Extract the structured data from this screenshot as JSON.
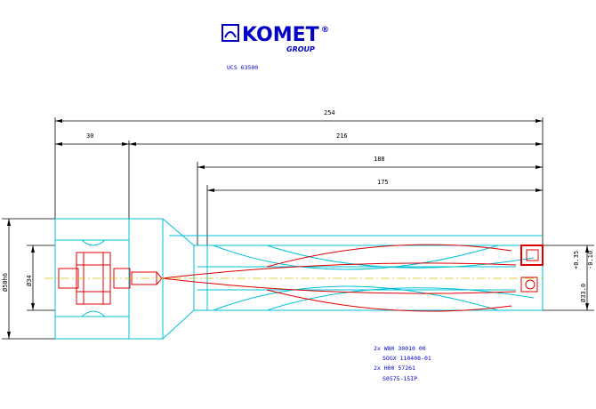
{
  "logo": {
    "brand": "KOMET",
    "registered": "®",
    "sub": "GROUP"
  },
  "drawing_code": "UCS 63500",
  "dimensions": {
    "d254": "254",
    "d30": "30",
    "d216": "216",
    "d188": "188",
    "d175": "175",
    "dia_shank": "Ø50h6",
    "dia_inner": "Ø34",
    "dia_tip": "Ø33.0",
    "tol_upper": "+0.35",
    "tol_lower": "-0.10"
  },
  "parts_list": [
    "2x W80 30010 00",
    "SOGX 110408-01",
    "2x H00 57261",
    "S0575-15IP"
  ],
  "colors": {
    "outline": "#00c0d8",
    "section": "#e00000",
    "dim": "#000000",
    "brand": "#0000c8"
  }
}
